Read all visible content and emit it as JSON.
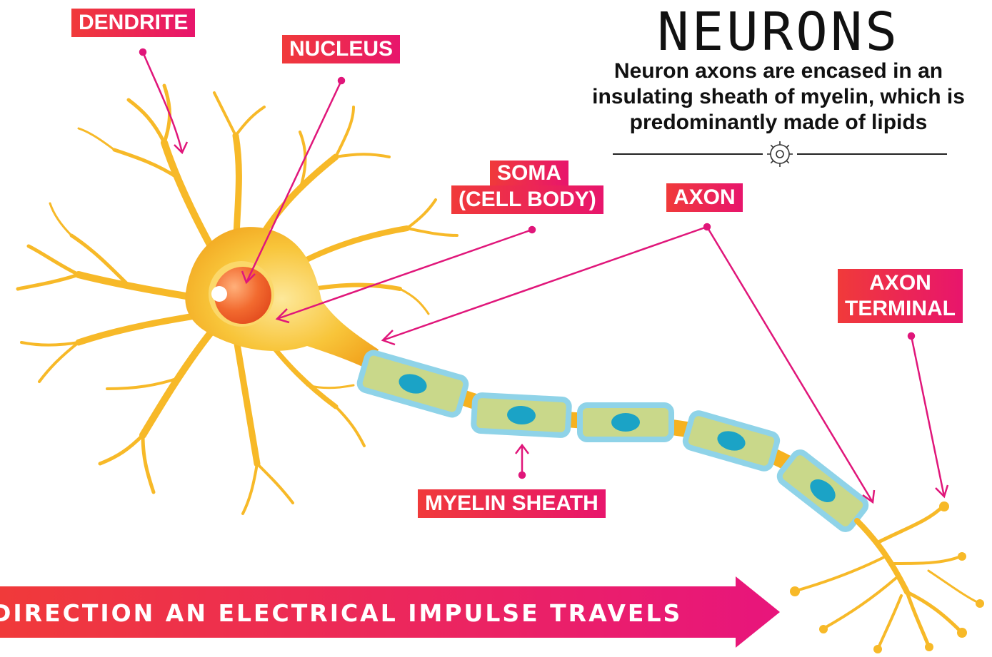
{
  "header": {
    "title": "NEURONS",
    "subtitle": "Neuron axons are encased in an insulating sheath of myelin, which is predominantly made of lipids"
  },
  "labels": {
    "dendrite": "DENDRITE",
    "nucleus": "NUCLEUS",
    "soma_line1": "SOMA",
    "soma_line2": "(CELL BODY)",
    "axon": "AXON",
    "axon_terminal_line1": "AXON",
    "axon_terminal_line2": "TERMINAL",
    "myelin_sheath": "MYELIN SHEATH"
  },
  "banner": {
    "text": "DIRECTION AN ELECTRICAL IMPULSE TRAVELS"
  },
  "colors": {
    "label_start": "#f03a3a",
    "label_end": "#e8156c",
    "pointer": "#e0167a",
    "neuron": "#f7c331",
    "neuron_dark": "#f1a91c",
    "nucleus": "#f0632a",
    "myelin": "#8fd3e8",
    "myelin_fill": "#c9d88a",
    "schwann_nucleus": "#1ba3c6"
  },
  "icons": [
    "gear-icon"
  ]
}
